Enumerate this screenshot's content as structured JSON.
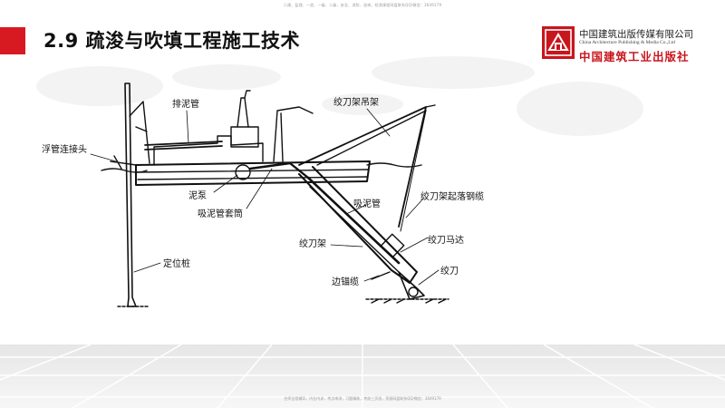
{
  "header": {
    "top_note": "二建、监理、一造、一级、二级、安全、消防、咨询、检测课程网盘联系QQ/微信：3649179",
    "title": "2.9 疏浚与吹填工程施工技术"
  },
  "publisher": {
    "name_cn": "中国建筑出版传媒有限公司",
    "name_en": "China Architecture Publishing & Media Co.,Ltd",
    "brand": "中国建筑工业出版社"
  },
  "diagram": {
    "labels": {
      "discharge_pipe": "排泥管",
      "float_pipe_joint": "浮管连接头",
      "cutter_frame_hanger": "绞刀架吊架",
      "mud_pump": "泥泵",
      "suction_pipe_sleeve": "吸泥管套筒",
      "suction_pipe": "吸泥管",
      "cutter_frame_hoist_cable": "绞刀架起落钢缆",
      "cutter_frame": "绞刀架",
      "cutter_motor": "绞刀马达",
      "positioning_spud": "定位桩",
      "cutter": "绞刀",
      "side_anchor_cable": "边锚缆"
    }
  },
  "footer": {
    "bottom_note": "名师全程辅导，内业内训，考点串讲，习题精练，考前三页纸，资源网盘联系QQ/微信：3649179"
  },
  "colors": {
    "accent": "#d71a21",
    "brand": "#c8161d"
  }
}
